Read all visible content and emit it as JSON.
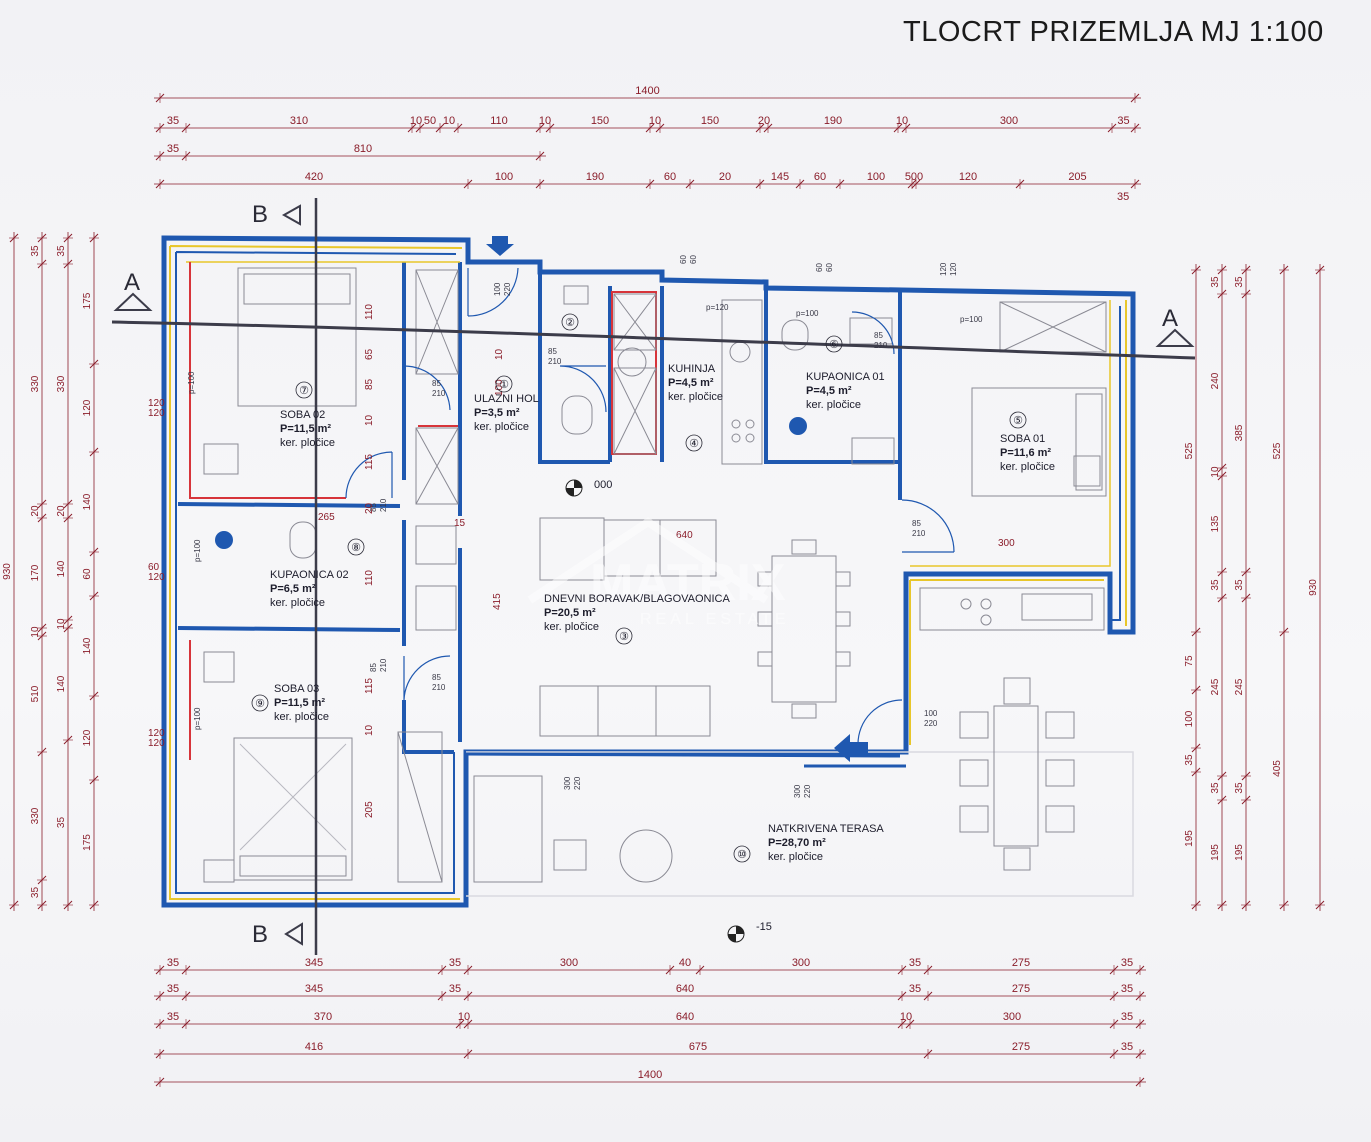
{
  "title": "TLOCRT PRIZEMLJA MJ 1:100",
  "watermark": {
    "brand": "MATRIX",
    "sub": "REAL ESTATE"
  },
  "colors": {
    "wall": "#1f58b0",
    "dim": "#8a1d2a",
    "insulation": "#e8c62a",
    "accent": "#d7343a",
    "section": "#3c3c4a"
  },
  "section_labels": {
    "a": "A",
    "b": "B"
  },
  "levels": {
    "interior": "000",
    "terrace": "-15"
  },
  "rooms": [
    {
      "number": "①",
      "name": "ULAZNI HOL",
      "area": "P=3,5 m²",
      "finish": "ker. pločice"
    },
    {
      "number": "②",
      "name": "",
      "area": "",
      "finish": ""
    },
    {
      "number": "③",
      "name": "DNEVNI BORAVAK/BLAGOVAONICA",
      "area": "P=20,5 m²",
      "finish": "ker. pločice"
    },
    {
      "number": "④",
      "name": "KUHINJA",
      "area": "P=4,5 m²",
      "finish": "ker. pločice"
    },
    {
      "number": "⑤",
      "name": "SOBA 01",
      "area": "P=11,6 m²",
      "finish": "ker. pločice"
    },
    {
      "number": "⑥",
      "name": "KUPAONICA 01",
      "area": "P=4,5 m²",
      "finish": "ker. pločice"
    },
    {
      "number": "⑦",
      "name": "SOBA 02",
      "area": "P=11,5 m²",
      "finish": "ker. pločice"
    },
    {
      "number": "⑧",
      "name": "KUPAONICA 02",
      "area": "P=6,5 m²",
      "finish": "ker. pločice"
    },
    {
      "number": "⑨",
      "name": "SOBA 03",
      "area": "P=11,5 m²",
      "finish": "ker. pločice"
    },
    {
      "number": "⑩",
      "name": "NATKRIVENA TERASA",
      "area": "P=28,70 m²",
      "finish": "ker. pločice"
    }
  ],
  "top_dims": {
    "r1": [
      "1400"
    ],
    "r2": [
      "35",
      "310",
      "10",
      "50",
      "10",
      "110",
      "10",
      "150",
      "10",
      "150",
      "20",
      "190",
      "10",
      "300",
      "35"
    ],
    "r3": [
      "35",
      "810"
    ],
    "r4": [
      "420",
      "100",
      "190",
      "60",
      "20",
      "145",
      "60",
      "100",
      "500",
      "120",
      "205",
      "35"
    ]
  },
  "bottom_dims": {
    "r1": [
      "35",
      "345",
      "35",
      "300",
      "40",
      "300",
      "35",
      "275",
      "35"
    ],
    "r2": [
      "35",
      "345",
      "35",
      "640",
      "35",
      "275",
      "35"
    ],
    "r3": [
      "35",
      "370",
      "10",
      "640",
      "10",
      "300",
      "35"
    ],
    "r4": [
      "416",
      "675",
      "275",
      "35"
    ],
    "r5": [
      "1400"
    ]
  },
  "left_dims": {
    "c1": [
      "930"
    ],
    "c2": [
      "35",
      "330",
      "20",
      "170",
      "10",
      "510",
      "330",
      "35"
    ],
    "c3": [
      "35",
      "330",
      "20",
      "140",
      "10",
      "140",
      "35"
    ],
    "c4": [
      "175",
      "120",
      "140",
      "60",
      "140",
      "120",
      "175"
    ]
  },
  "right_dims": {
    "c1": [
      "35",
      "240",
      "10",
      "135",
      "35",
      "245",
      "35",
      "195"
    ],
    "c2": [
      "35",
      "385",
      "35",
      "245",
      "35",
      "195"
    ],
    "c3": [
      "525",
      "75",
      "100",
      "35",
      "195"
    ],
    "c4": [
      "525",
      "405"
    ],
    "c5": [
      "930"
    ]
  },
  "openings": {
    "window_left": [
      "120",
      "120"
    ],
    "window_mid": [
      "60",
      "120"
    ],
    "door_std": [
      "85",
      "210"
    ],
    "door_entry": [
      "100",
      "220"
    ],
    "door_big": [
      "300",
      "220"
    ],
    "window_top_a": [
      "60",
      "60"
    ],
    "window_top_b": [
      "120",
      "120"
    ],
    "parapet_100": "p=100",
    "parapet_120": "p=120",
    "dim_640": "640",
    "dim_300": "300",
    "dim_415": "415",
    "dim_205": "205",
    "dim_15": "15",
    "wall_110": "110",
    "wall_65": "65",
    "wall_10": "10",
    "wall_85": "85",
    "wall_20": "20",
    "wall_115": "115",
    "wall_100": "100",
    "wall_265": "265"
  }
}
